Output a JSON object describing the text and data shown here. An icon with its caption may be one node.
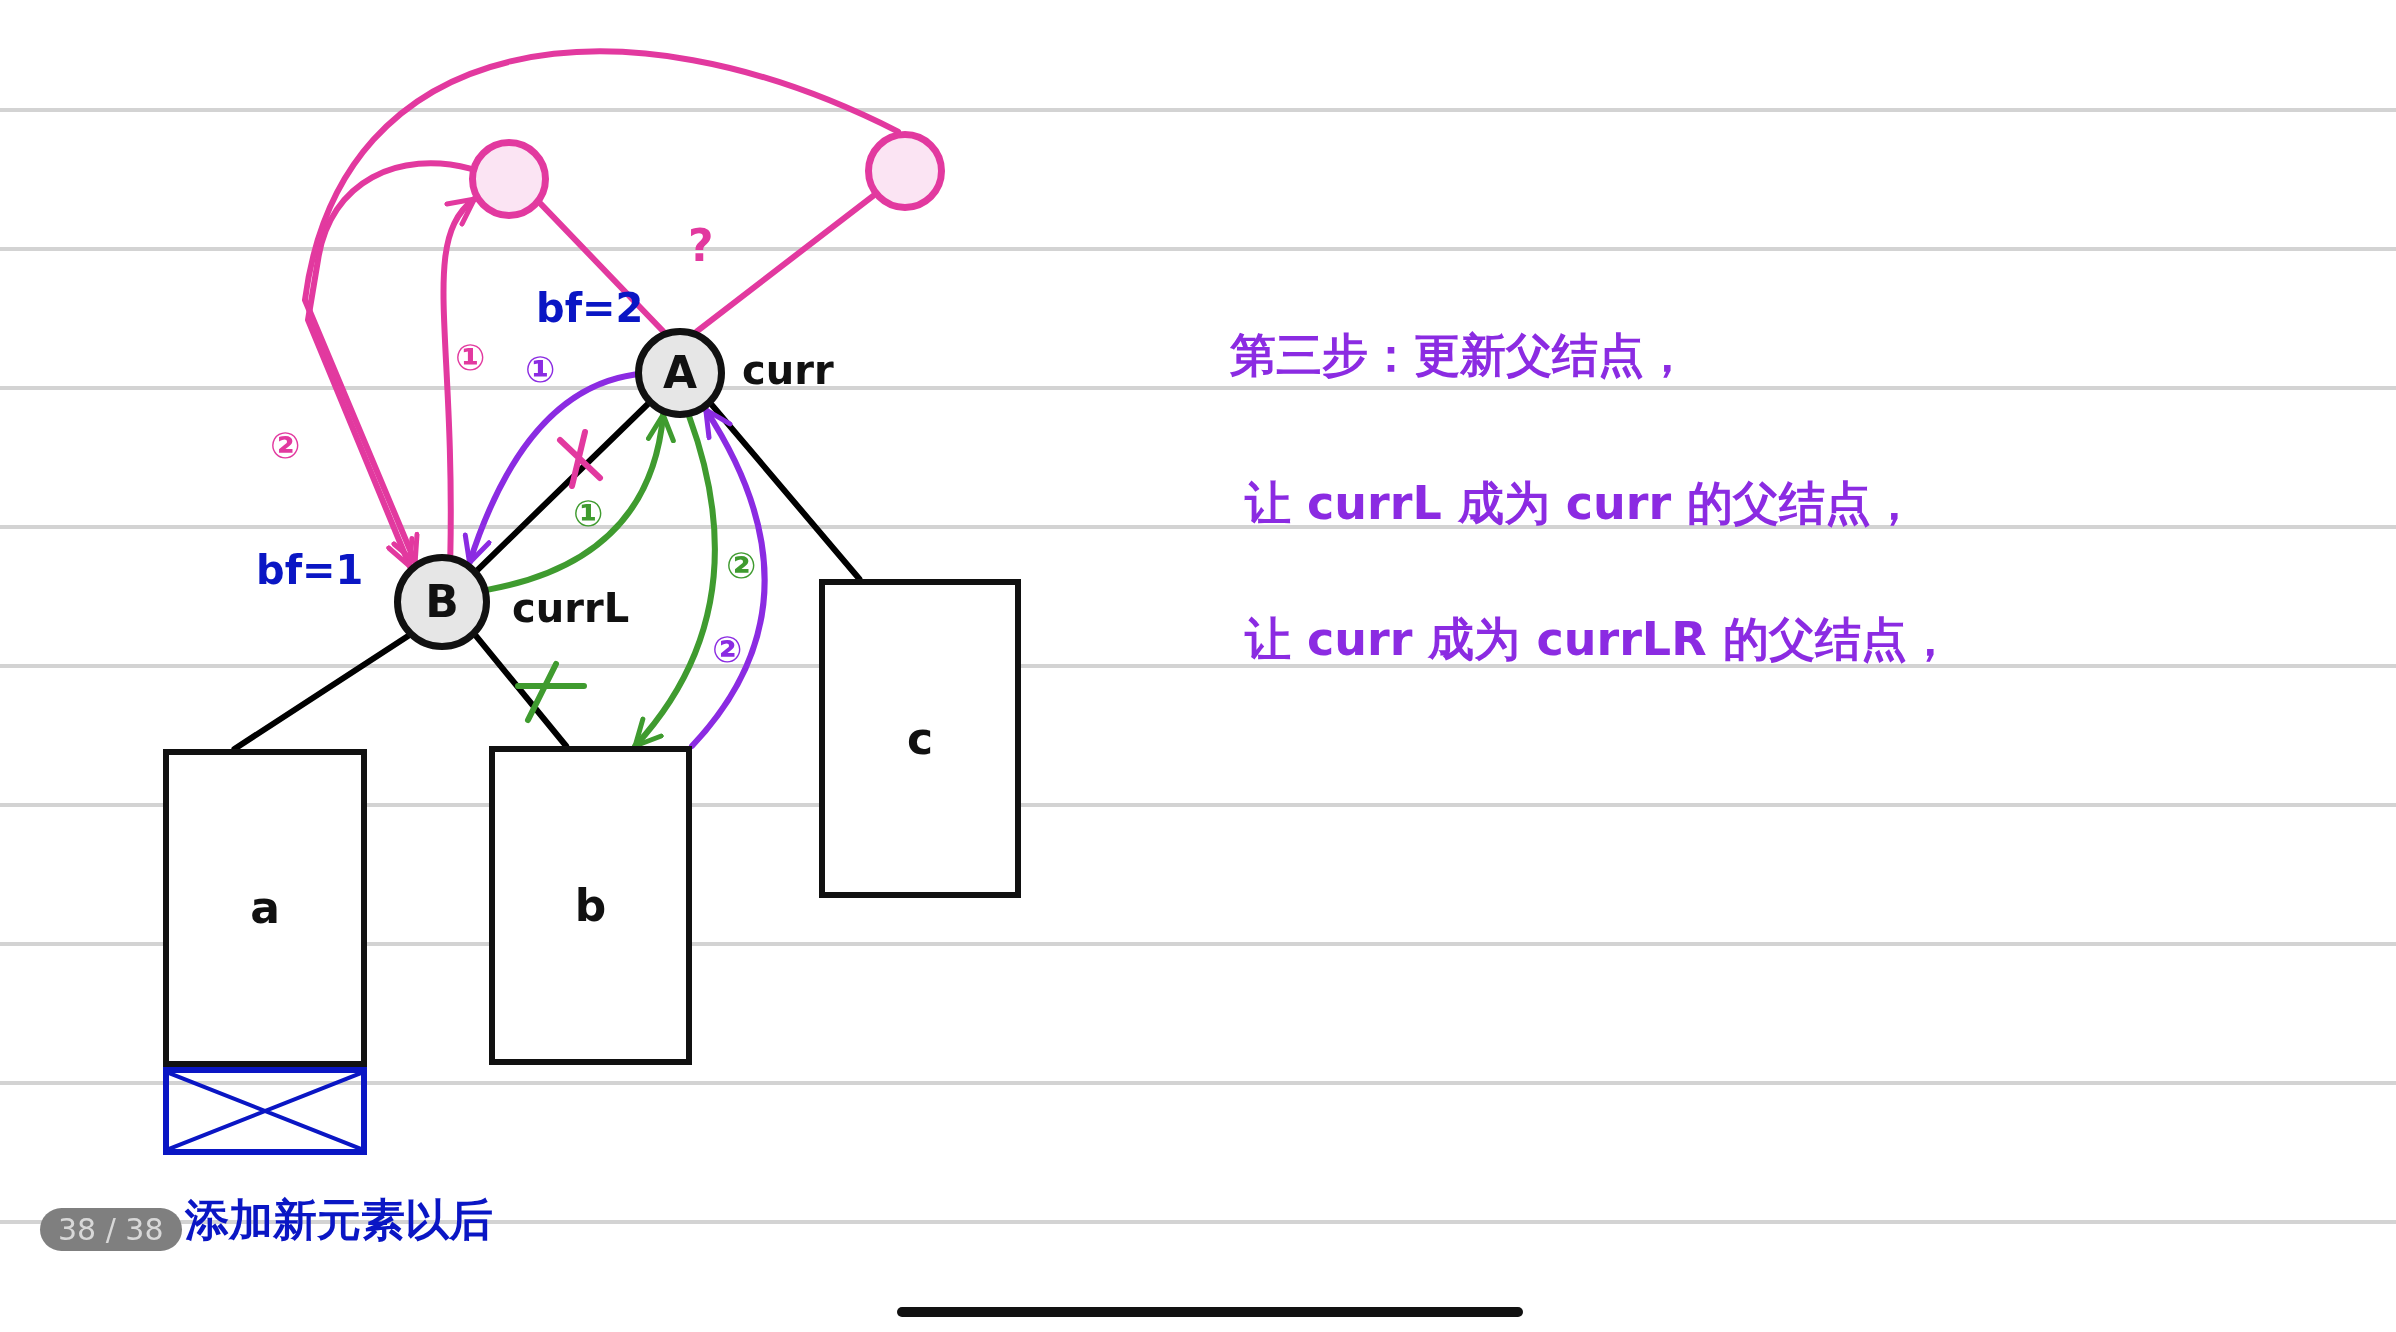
{
  "diagram": {
    "nodes": [
      {
        "text": [],
        "shape": "circle"
      },
      {
        "text": [],
        "shape": "circle"
      },
      {
        "text": [
          "A"
        ],
        "beside": [
          "bf=2",
          "curr"
        ]
      },
      {
        "text": [
          "B"
        ],
        "beside": [
          "bf=1",
          "currL"
        ]
      },
      {
        "text": [
          "a"
        ]
      },
      {
        "text": [],
        "shape": "box",
        "beside": [
          "添加新元素以后"
        ]
      },
      {
        "text": [
          "b"
        ]
      },
      {
        "text": [
          "c"
        ]
      }
    ],
    "edges": [
      {
        "from": 0,
        "to": 2,
        "arrow": "none",
        "color": "#e2399f"
      },
      {
        "from": 1,
        "to": 2,
        "arrow": "none",
        "color": "#e2399f"
      },
      {
        "from": 2,
        "to": 3,
        "arrow": "none",
        "color": "#000000"
      },
      {
        "from": 2,
        "to": 7,
        "arrow": "none",
        "color": "#000000"
      },
      {
        "from": 3,
        "to": 4,
        "arrow": "none",
        "color": "#000000"
      },
      {
        "from": 3,
        "to": 6,
        "arrow": "none",
        "color": "#000000"
      },
      {
        "from": 3,
        "to": 0,
        "arrow": "to",
        "label": "①",
        "color": "#e2399f"
      },
      {
        "from": 0,
        "to": 3,
        "arrow": "to",
        "label": "②",
        "color": "#e2399f"
      },
      {
        "from": 1,
        "to": 3,
        "arrow": "to",
        "color": "#e2399f"
      },
      {
        "from": 2,
        "to": 3,
        "arrow": "to",
        "label": "①",
        "color": "#8b2be2"
      },
      {
        "from": 6,
        "to": 2,
        "arrow": "to",
        "label": "②",
        "color": "#8b2be2"
      },
      {
        "from": 3,
        "to": 2,
        "arrow": "to",
        "label": "①",
        "color": "#3f9b2f"
      },
      {
        "from": 2,
        "to": 6,
        "arrow": "to",
        "label": "②",
        "color": "#3f9b2f"
      }
    ],
    "labels": [
      "?",
      "第三步：更新父结点，",
      "让 currL 成为 curr 的父结点，",
      "让 curr 成为 currLR 的父结点，",
      "38 / 38"
    ]
  }
}
